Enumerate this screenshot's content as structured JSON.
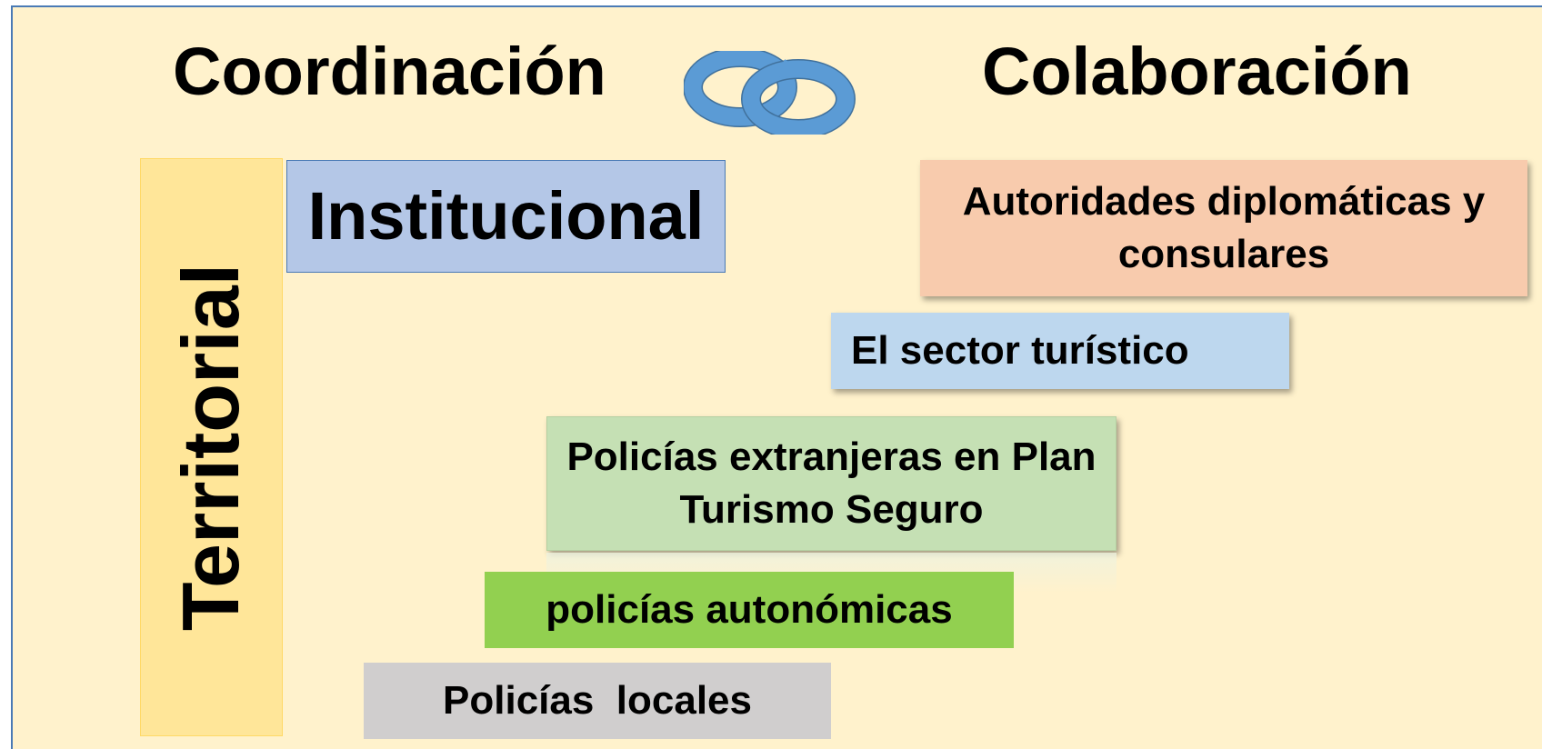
{
  "headings": {
    "left": "Coordinación",
    "right": "Colaboración"
  },
  "icon": "linked-rings-icon",
  "boxes": {
    "territorial": "Territorial",
    "institucional": "Institucional",
    "autoridades": "Autoridades diplomáticas y consulares",
    "turistico": "El sector turístico",
    "extranjeras": "Policías extranjeras en Plan Turismo Seguro",
    "autonomicas": "policías autonómicas",
    "locales": "Policías  locales"
  },
  "colors": {
    "background": "#fff2cc",
    "ring": "#5b9bd5",
    "territorial": "#ffe699",
    "institucional": "#b4c7e7",
    "autoridades": "#f8cbad",
    "turistico": "#bdd7ee",
    "extranjeras": "#c5e0b4",
    "autonomicas": "#92d050",
    "locales": "#d0cece"
  }
}
